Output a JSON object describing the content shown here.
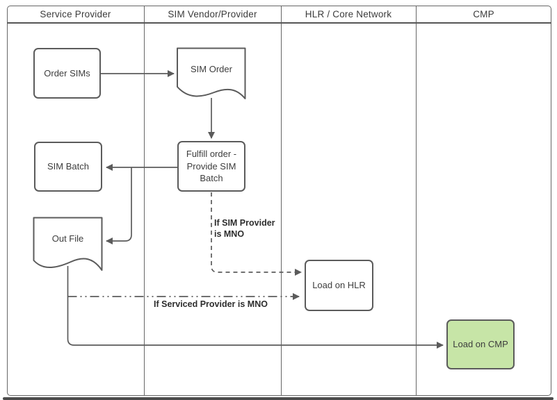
{
  "diagram": {
    "type": "swimlane-flowchart",
    "lanes": [
      {
        "label": "Service Provider"
      },
      {
        "label": "SIM Vendor/Provider"
      },
      {
        "label": "HLR / Core Network"
      },
      {
        "label": "CMP"
      }
    ],
    "nodes": {
      "order_sims": {
        "label": "Order SIMs",
        "shape": "process",
        "lane": "Service Provider"
      },
      "sim_order": {
        "label": "SIM Order",
        "shape": "document",
        "lane": "SIM Vendor/Provider"
      },
      "sim_batch": {
        "label": "SIM Batch",
        "shape": "process",
        "lane": "Service Provider"
      },
      "fulfill_order": {
        "label": "Fulfill order - Provide SIM Batch",
        "shape": "process",
        "lane": "SIM Vendor/Provider"
      },
      "out_file": {
        "label": "Out File",
        "shape": "document",
        "lane": "Service Provider"
      },
      "load_on_hlr": {
        "label": "Load on HLR",
        "shape": "process",
        "lane": "HLR / Core Network"
      },
      "load_on_cmp": {
        "label": "Load on CMP",
        "shape": "process",
        "lane": "CMP",
        "fill": "#c7e5a7"
      }
    },
    "edge_labels": {
      "sim_provider": {
        "label": "If SIM Provider is MNO",
        "style": "dashed"
      },
      "serviced_provider": {
        "label": "If Serviced Provider is MNO",
        "style": "dash-dot"
      }
    },
    "colors": {
      "line": "#5b5b5b",
      "frame_border": "#666666",
      "text": "#3d3d3d",
      "highlight_fill": "#c7e5a7"
    }
  }
}
